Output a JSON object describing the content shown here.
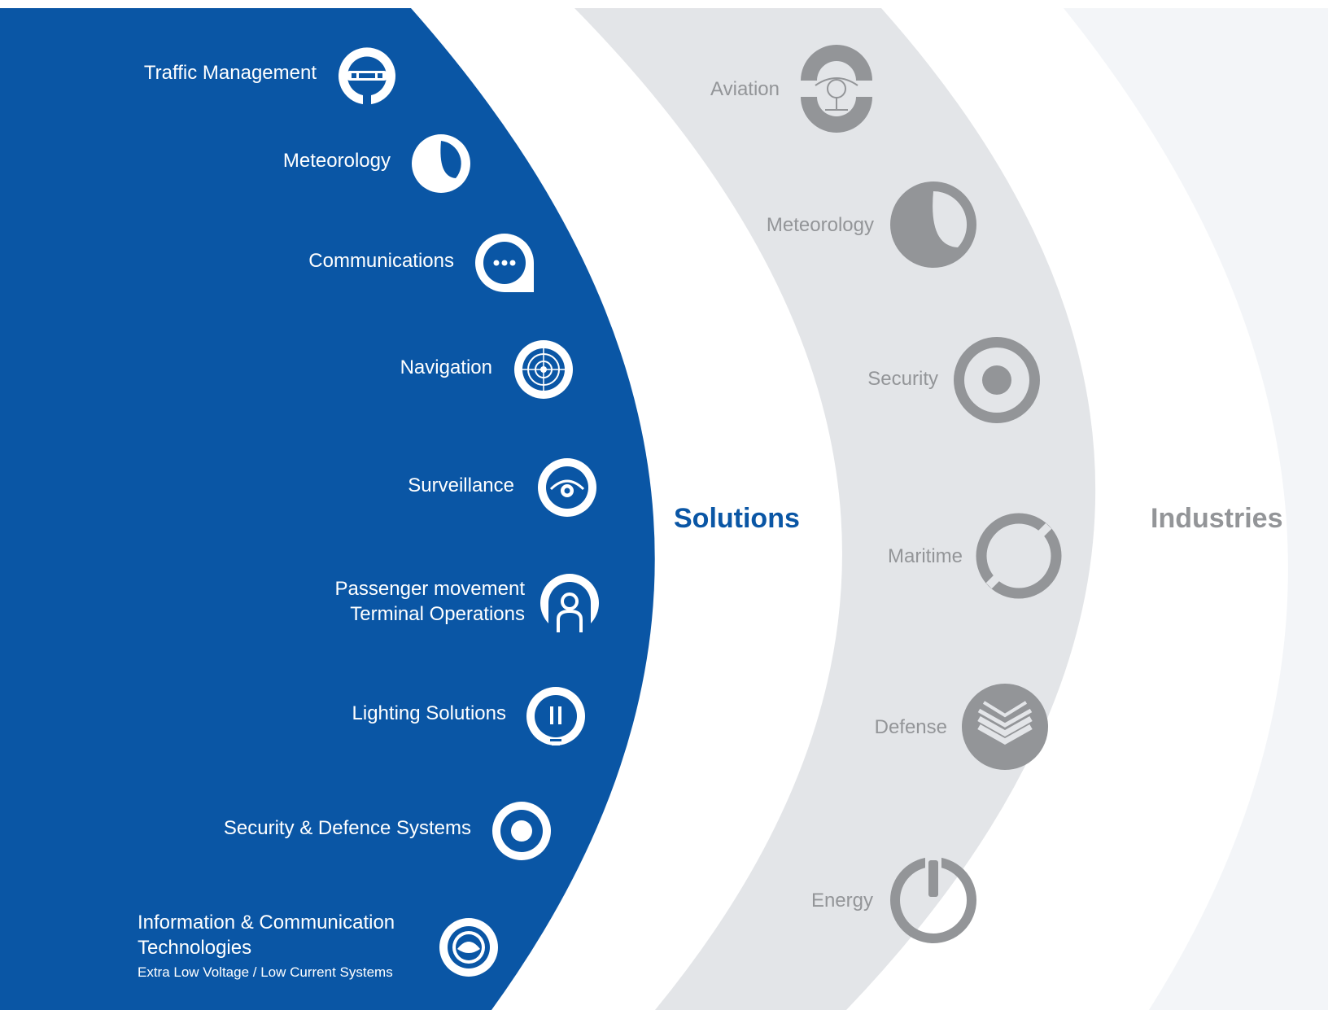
{
  "colors": {
    "solutions_blue": "#0a56a5",
    "industries_band": "#e3e5e8",
    "outer_band": "#f3f5f8",
    "industry_icon_gray": "#939598",
    "white": "#ffffff"
  },
  "headings": {
    "solutions": "Solutions",
    "industries": "Industries"
  },
  "solutions": {
    "items": [
      {
        "label": "Traffic Management",
        "icon": "traffic-management-icon"
      },
      {
        "label": "Meteorology",
        "icon": "meteorology-icon"
      },
      {
        "label": "Communications",
        "icon": "communications-icon"
      },
      {
        "label": "Navigation",
        "icon": "navigation-icon"
      },
      {
        "label": "Surveillance",
        "icon": "surveillance-icon"
      },
      {
        "label_line1": "Passenger movement",
        "label_line2": "Terminal Operations",
        "icon": "passenger-movement-icon"
      },
      {
        "label": "Lighting Solutions",
        "icon": "lighting-icon"
      },
      {
        "label": "Security & Defence Systems",
        "icon": "security-defence-icon"
      },
      {
        "label_line1": "Information & Communication",
        "label_line2": "Technologies",
        "sublabel": "Extra Low Voltage / Low Current Systems",
        "icon": "ict-icon"
      }
    ]
  },
  "industries": {
    "items": [
      {
        "label": "Aviation",
        "icon": "aviation-icon"
      },
      {
        "label": "Meteorology",
        "icon": "meteorology-icon"
      },
      {
        "label": "Security",
        "icon": "security-icon"
      },
      {
        "label": "Maritime",
        "icon": "maritime-icon"
      },
      {
        "label": "Defense",
        "icon": "defense-icon"
      },
      {
        "label": "Energy",
        "icon": "energy-icon"
      }
    ]
  }
}
